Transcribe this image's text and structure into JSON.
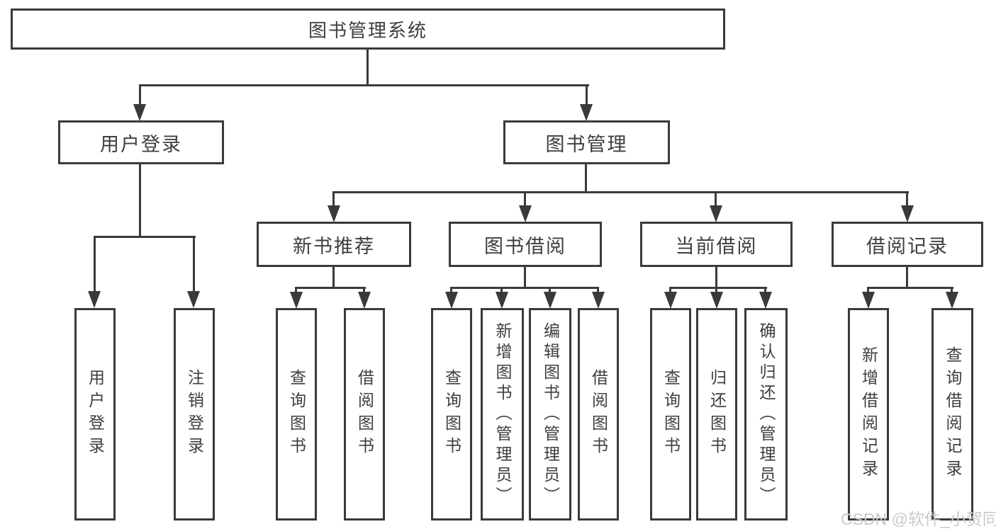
{
  "diagram": {
    "type": "tree",
    "root": {
      "label": "图书管理系统"
    },
    "level2": [
      {
        "label": "用户登录"
      },
      {
        "label": "图书管理"
      }
    ],
    "level3": [
      {
        "parent": "图书管理",
        "label": "新书推荐"
      },
      {
        "parent": "图书管理",
        "label": "图书借阅"
      },
      {
        "parent": "图书管理",
        "label": "当前借阅"
      },
      {
        "parent": "图书管理",
        "label": "借阅记录"
      }
    ],
    "leaves": [
      {
        "parent": "用户登录",
        "label": "用户登录"
      },
      {
        "parent": "用户登录",
        "label": "注销登录"
      },
      {
        "parent": "新书推荐",
        "label": "查询图书"
      },
      {
        "parent": "新书推荐",
        "label": "借阅图书"
      },
      {
        "parent": "图书借阅",
        "label": "查询图书"
      },
      {
        "parent": "图书借阅",
        "label": "新增图书（管理员）"
      },
      {
        "parent": "图书借阅",
        "label": "编辑图书（管理员）"
      },
      {
        "parent": "图书借阅",
        "label": "借阅图书"
      },
      {
        "parent": "当前借阅",
        "label": "查询图书"
      },
      {
        "parent": "当前借阅",
        "label": "归还图书"
      },
      {
        "parent": "当前借阅",
        "label": "确认归还（管理员）"
      },
      {
        "parent": "借阅记录",
        "label": "新增借阅记录"
      },
      {
        "parent": "借阅记录",
        "label": "查询借阅记录"
      }
    ],
    "colors": {
      "line": "#3a3a3a",
      "text": "#3e3e3e",
      "background": "#ffffff",
      "watermark": "#c9c9c9"
    },
    "watermark": "CSDN @软件_小贺同学"
  }
}
